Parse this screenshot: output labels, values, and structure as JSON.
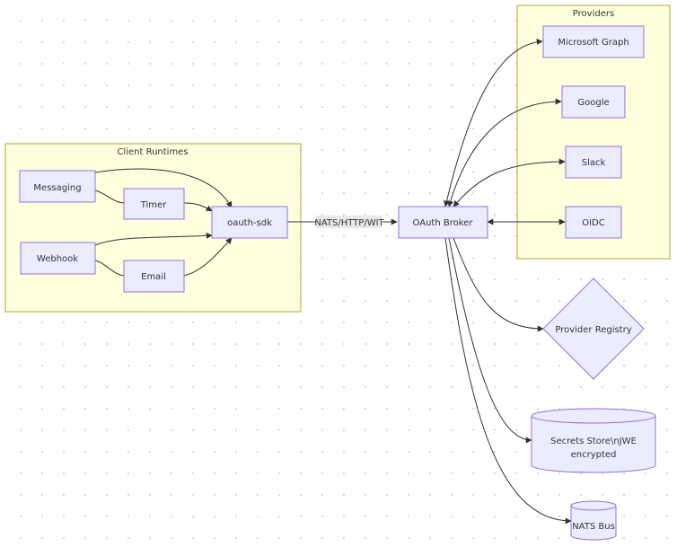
{
  "clusters": {
    "client_runtimes": "Client Runtimes",
    "providers": "Providers"
  },
  "nodes": {
    "messaging": "Messaging",
    "timer": "Timer",
    "webhook": "Webhook",
    "email": "Email",
    "oauth_sdk": "oauth-sdk",
    "oauth_broker": "OAuth Broker",
    "microsoft_graph": "Microsoft Graph",
    "google": "Google",
    "slack": "Slack",
    "oidc": "OIDC",
    "provider_registry": "Provider Registry",
    "secrets_store_line1": "Secrets Store\\nJWE",
    "secrets_store_line2": "encrypted",
    "nats_bus": "NATS Bus"
  },
  "edges": {
    "sdk_to_broker": "NATS/HTTP/WIT"
  },
  "colors": {
    "cluster_fill": "#ffffde",
    "cluster_stroke": "#aaaa33",
    "node_fill": "#ececff",
    "node_stroke": "#9370db",
    "edge_label_bg": "#e8e8e8"
  }
}
